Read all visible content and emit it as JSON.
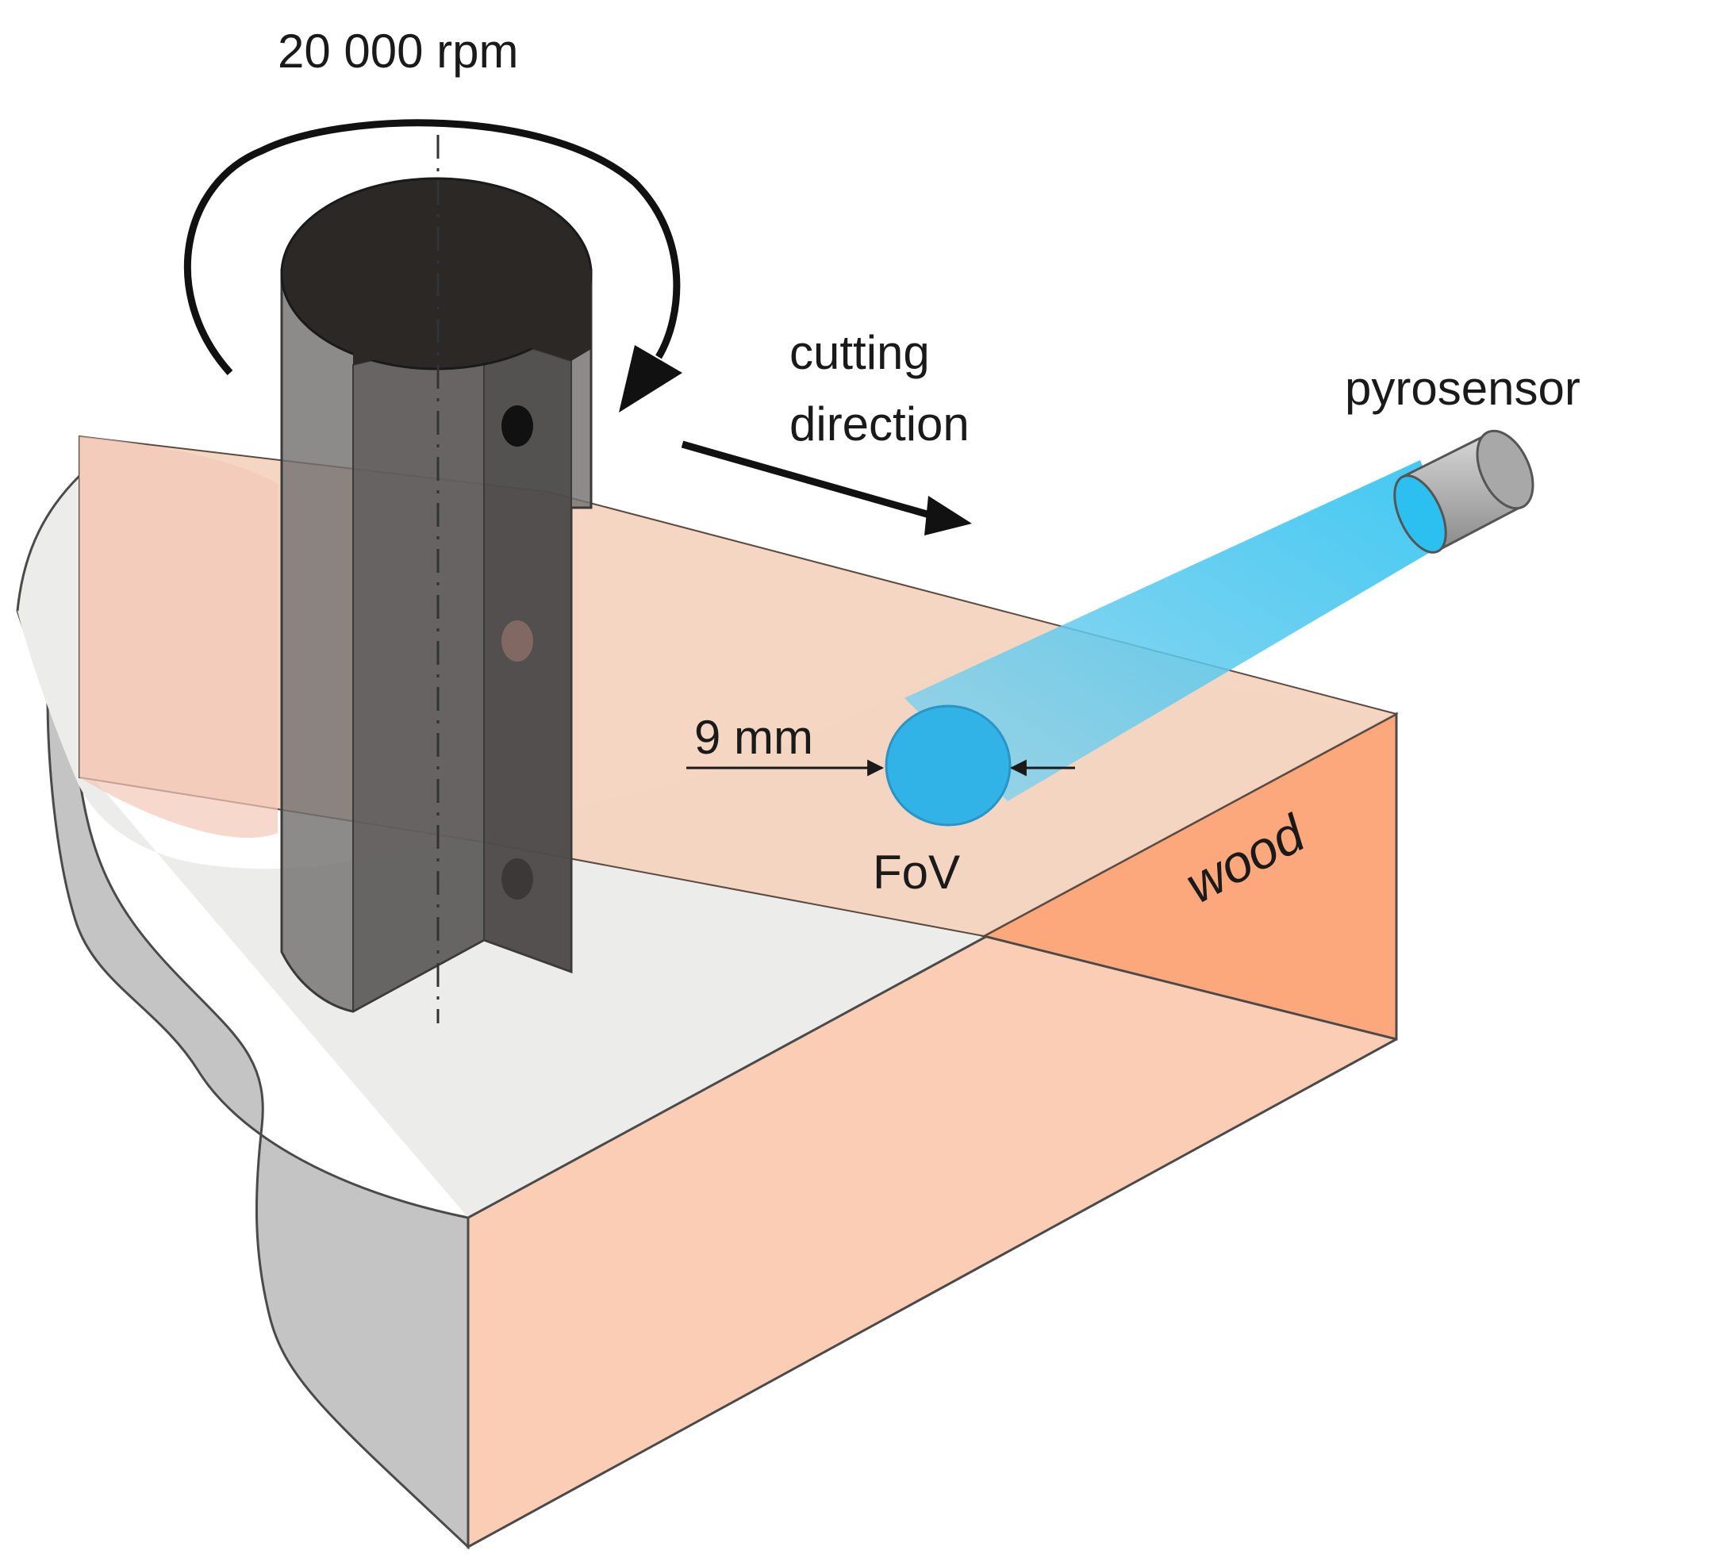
{
  "labels": {
    "rpm": "20 000 rpm",
    "cutting_line1": "cutting",
    "cutting_line2": "direction",
    "sensor": "pyrosensor",
    "diameter": "9 mm",
    "fov": "FoV",
    "material": "wood"
  },
  "colors": {
    "wood_front": "#fccdb5",
    "wood_side": "#fca87c",
    "wood_top": "#f4d3bd",
    "workpiece_gray": "#c4c4c4",
    "workpiece_top": "#ecedeb",
    "tool_dark": "#2c2826",
    "tool_body": "#747070",
    "beam": "#2bc0ef",
    "sensor_gray": "#a8a8a8"
  }
}
